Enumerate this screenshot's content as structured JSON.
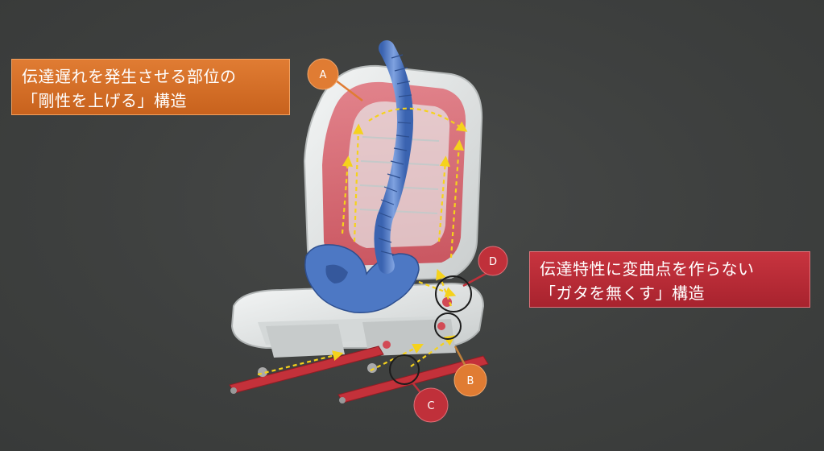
{
  "callouts": {
    "stiffness": {
      "line1": "伝達遅れを発生させる部位の",
      "line2": "「剛性を上げる」構造",
      "color": "#d46f28"
    },
    "no_play": {
      "line1": "伝達特性に変曲点を作らない",
      "line2": "「ガタを無くす」構造",
      "color": "#b72b36"
    }
  },
  "markers": {
    "a": {
      "label": "A",
      "color": "#e07c33"
    },
    "b": {
      "label": "B",
      "color": "#e07c33"
    },
    "c": {
      "label": "C",
      "color": "#c0303a"
    },
    "d": {
      "label": "D",
      "color": "#c0303a"
    }
  },
  "colors": {
    "background": "#3d3f3e",
    "seat_frame": "#e9ecec",
    "seat_frame_red": "#d24a55",
    "spine": "#4d78c4",
    "rail": "#c4313a",
    "arrow": "#f5d21c"
  }
}
